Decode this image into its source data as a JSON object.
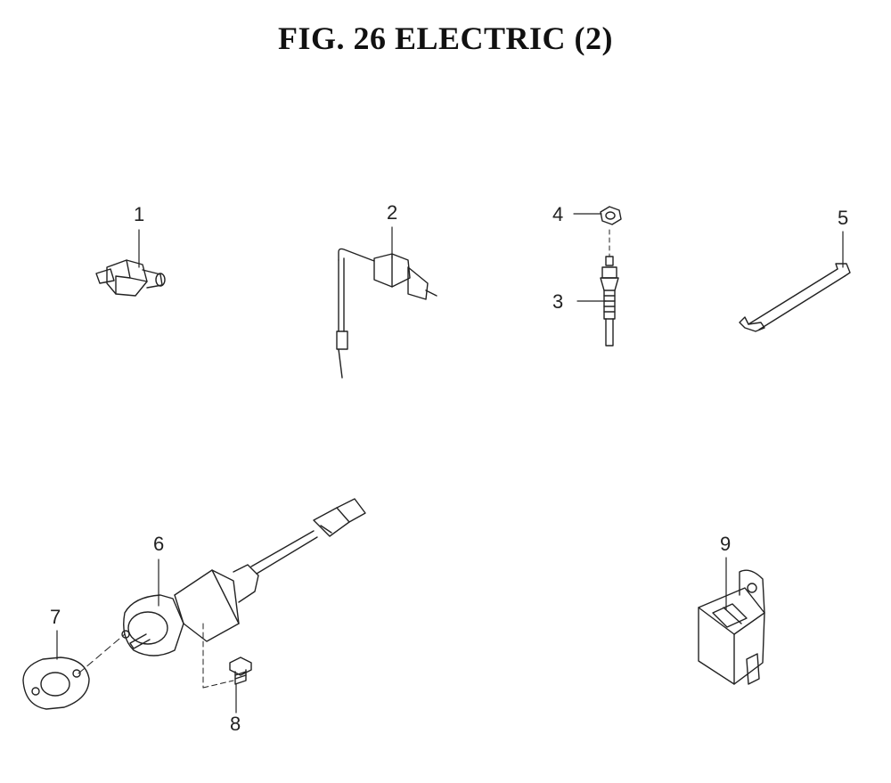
{
  "title": "FIG. 26  ELECTRIC (2)",
  "callouts": [
    {
      "num": "1",
      "part": "switch-icon"
    },
    {
      "num": "2",
      "part": "sensor-icon"
    },
    {
      "num": "3",
      "part": "glow-plug-icon"
    },
    {
      "num": "4",
      "part": "nut-icon"
    },
    {
      "num": "5",
      "part": "plate-icon"
    },
    {
      "num": "6",
      "part": "solenoid-icon"
    },
    {
      "num": "7",
      "part": "gasket-icon"
    },
    {
      "num": "8",
      "part": "bolt-icon"
    },
    {
      "num": "9",
      "part": "relay-icon"
    }
  ]
}
